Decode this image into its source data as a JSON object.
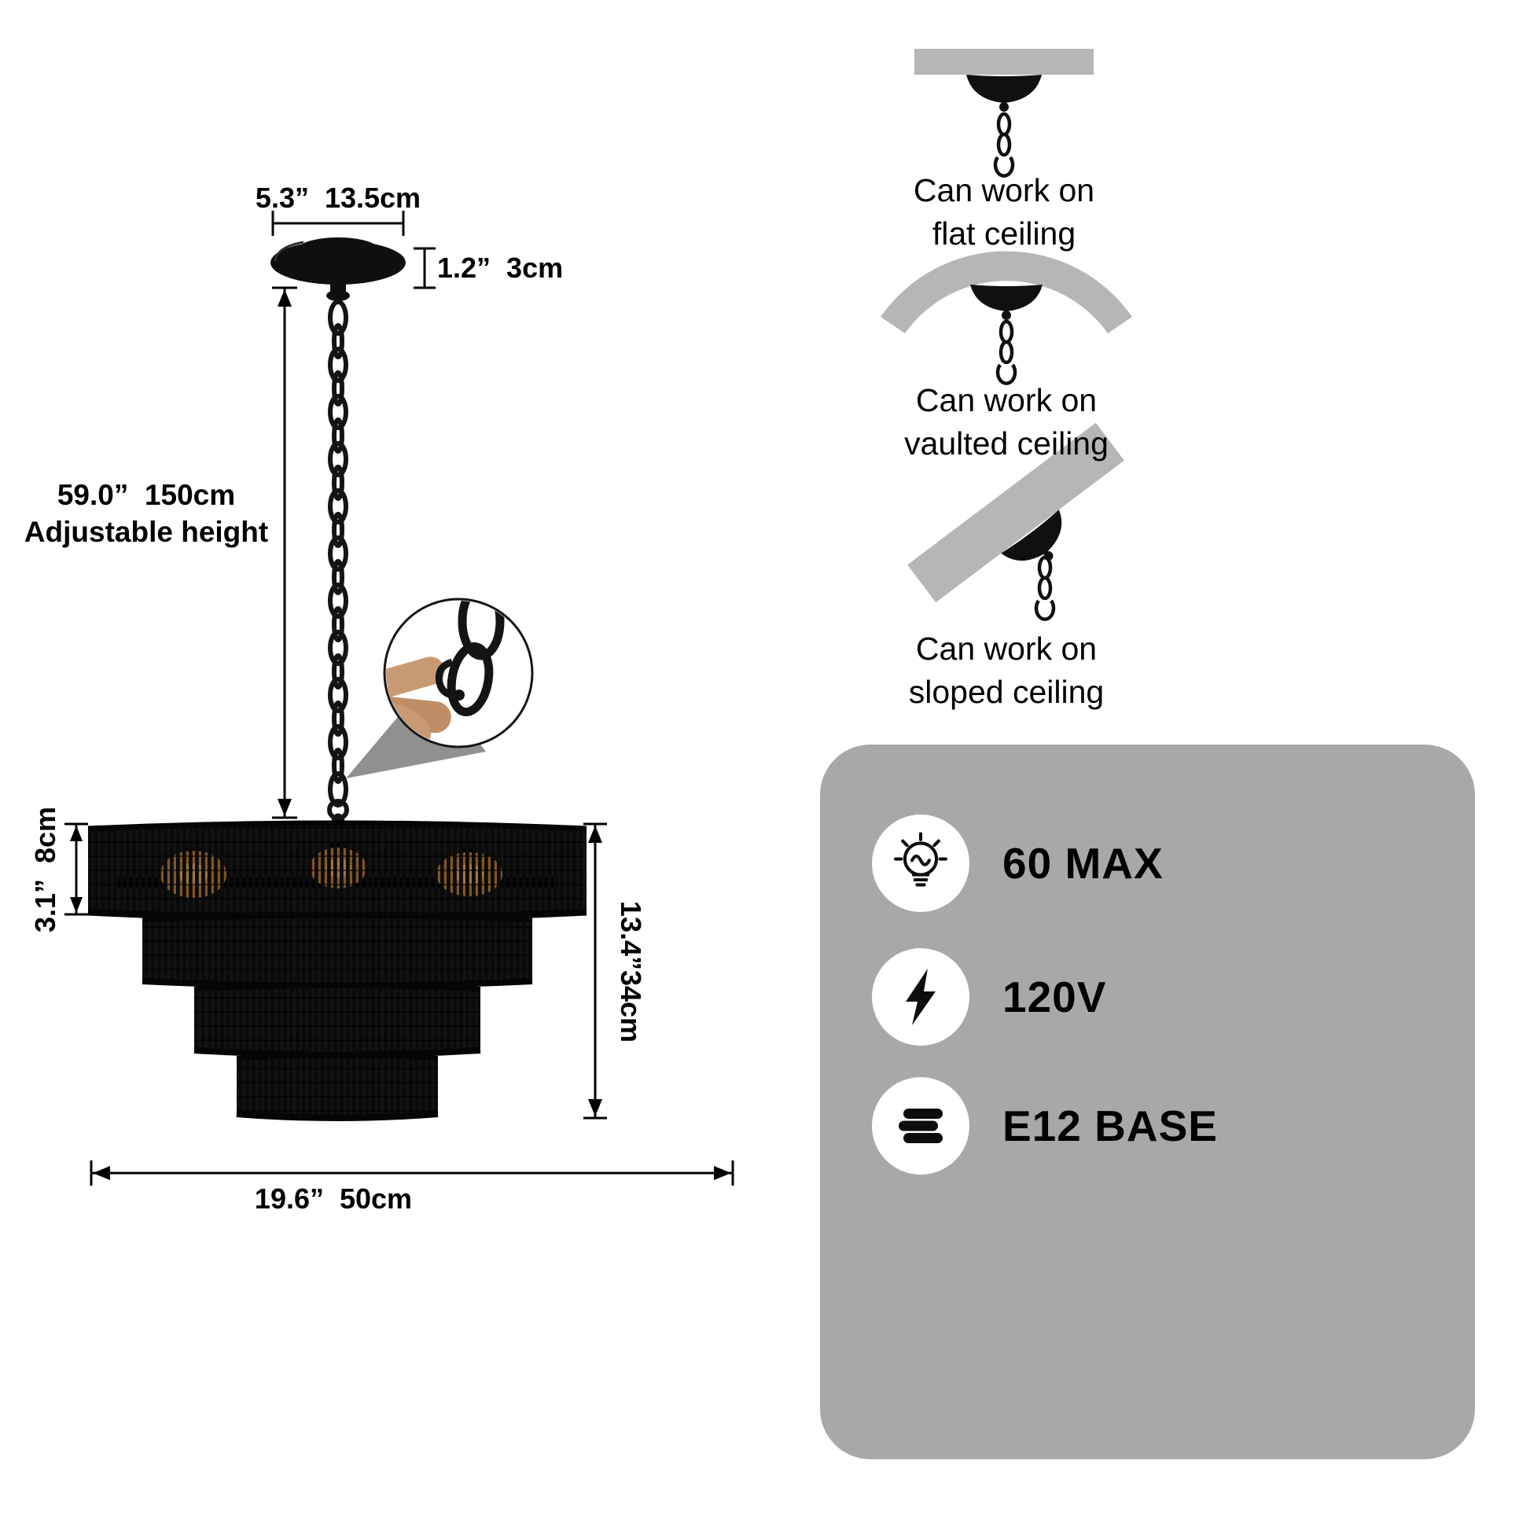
{
  "diagram": {
    "canopy_width": "5.3”  13.5cm",
    "canopy_height": "1.2”  3cm",
    "adjustable_height_line1": "59.0”  150cm",
    "adjustable_height_line2": "Adjustable height",
    "top_tier_height": "3.1”  8cm",
    "shade_height": "13.4”34cm",
    "shade_width": "19.6”  50cm"
  },
  "ceiling_options": [
    {
      "icon": "flat-ceiling-icon",
      "label": "Can work on\nflat ceiling"
    },
    {
      "icon": "vaulted-ceiling-icon",
      "label": "Can work on\nvaulted ceiling"
    },
    {
      "icon": "sloped-ceiling-icon",
      "label": "Can work on\nsloped ceiling"
    }
  ],
  "specs": [
    {
      "icon": "bulb-icon",
      "label": "60 MAX"
    },
    {
      "icon": "lightning-icon",
      "label": "120V"
    },
    {
      "icon": "lamp-base-icon",
      "label": "E12 BASE"
    }
  ],
  "colors": {
    "fixture_black": "#101010",
    "ceiling_gray": "#b6b6b6",
    "panel_gray": "#a8a8a8",
    "bulb_glow": "#c67f2f"
  }
}
